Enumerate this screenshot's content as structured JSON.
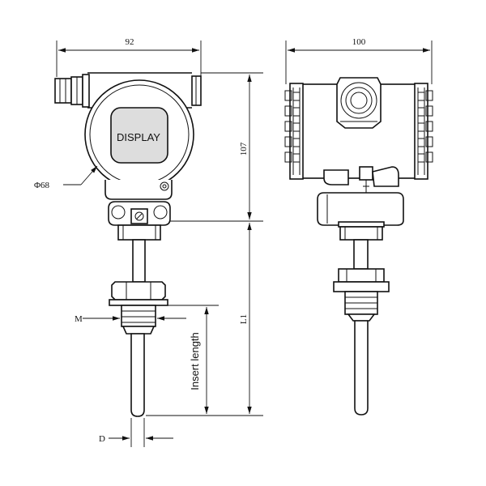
{
  "left_view": {
    "dim_width": "92",
    "dim_height_head": "107",
    "dim_diameter": "Φ68",
    "dim_total_length": "L1",
    "dim_insert_length": "Insert length",
    "dim_thread": "M",
    "dim_stem": "D",
    "display_label": "DISPLAY"
  },
  "right_view": {
    "dim_width": "100"
  },
  "colors": {
    "line": "#111111",
    "display_fill": "#dddddd",
    "background": "#ffffff"
  }
}
